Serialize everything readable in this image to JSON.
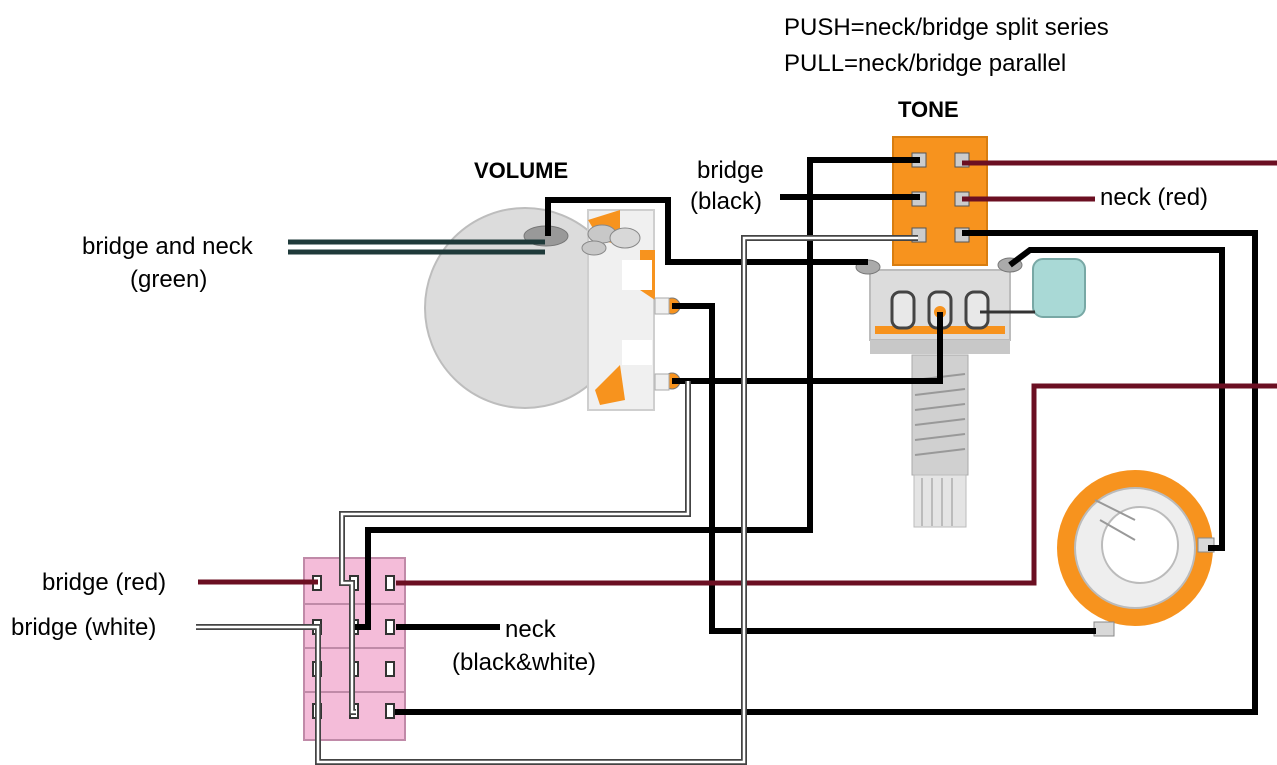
{
  "notes": {
    "line1": "PUSH=neck/bridge split series",
    "line2": "PULL=neck/bridge parallel"
  },
  "headers": {
    "tone": "TONE",
    "volume": "VOLUME"
  },
  "labels": {
    "bridge_neck_1": "bridge and neck",
    "bridge_neck_2": "(green)",
    "bridge_black_1": "bridge",
    "bridge_black_2": "(black)",
    "neck_red": "neck (red)",
    "bridge_red": "bridge (red)",
    "bridge_white": "bridge (white)",
    "neck_bw_1": "neck",
    "neck_bw_2": "(black&white)"
  },
  "colors": {
    "hot_wire": "#000000",
    "red_wire": "#6b0f22",
    "white_wire": "#ffffff",
    "green_wire": "#1f3a3a",
    "tone_switch": "#f7931e",
    "selector_switch": "#f4bcd9",
    "capacitor": "#a9d9d6",
    "pot_body": "#dcdcdc"
  }
}
